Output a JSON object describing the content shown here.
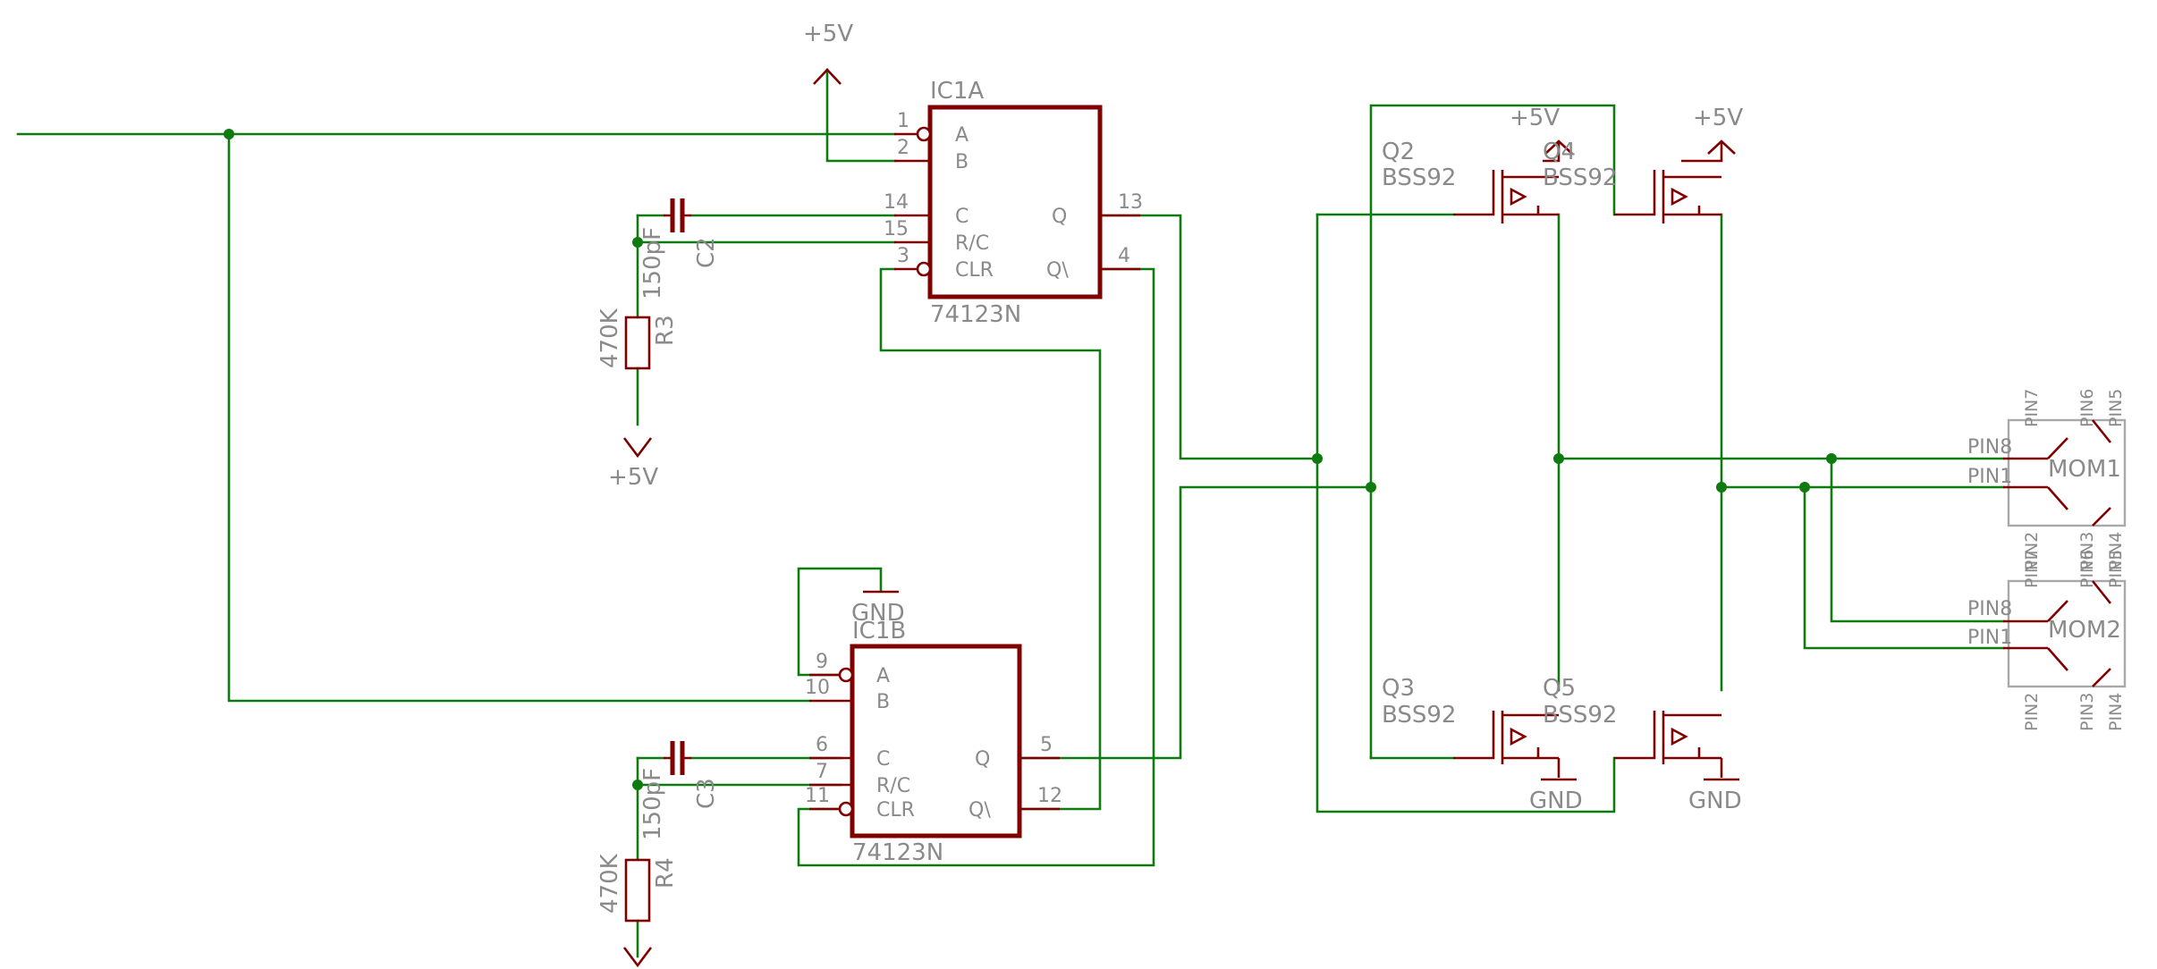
{
  "colors": {
    "wire": "#0f7a0f",
    "part": "#800000",
    "label": "#8a8a8a"
  },
  "supply": {
    "vcc": "+5V",
    "gnd": "GND"
  },
  "ic1a": {
    "name": "IC1A",
    "type": "74123N",
    "pins": {
      "a_num": "1",
      "b_num": "2",
      "c_num": "14",
      "rc_num": "15",
      "clr_num": "3",
      "q_num": "13",
      "qn_num": "4"
    },
    "labels": {
      "a": "A",
      "b": "B",
      "c": "C",
      "rc": "R/C",
      "clr": "CLR",
      "q": "Q",
      "qn": "Q\\"
    }
  },
  "ic1b": {
    "name": "IC1B",
    "type": "74123N",
    "pins": {
      "a_num": "9",
      "b_num": "10",
      "c_num": "6",
      "rc_num": "7",
      "clr_num": "11",
      "q_num": "5",
      "qn_num": "12"
    },
    "labels": {
      "a": "A",
      "b": "B",
      "c": "C",
      "rc": "R/C",
      "clr": "CLR",
      "q": "Q",
      "qn": "Q\\"
    }
  },
  "caps": {
    "c2": {
      "name": "C2",
      "value": "150pF"
    },
    "c3": {
      "name": "C3",
      "value": "150pF"
    }
  },
  "resistors": {
    "r3": {
      "name": "R3",
      "value": "470K"
    },
    "r4": {
      "name": "R4",
      "value": "470K"
    }
  },
  "mosfets": {
    "q2": {
      "name": "Q2",
      "type": "BSS92"
    },
    "q4": {
      "name": "Q4",
      "type": "BSS92"
    },
    "q3": {
      "name": "Q3",
      "type": "BSS92"
    },
    "q5": {
      "name": "Q5",
      "type": "BSS92"
    }
  },
  "connectors": {
    "mom1": {
      "name": "MOM1",
      "pin8": "PIN8",
      "pin1": "PIN1",
      "pin7": "PIN7",
      "pin6": "PIN6",
      "pin5": "PIN5",
      "pin2": "PIN2",
      "pin3": "PIN3",
      "pin4": "PIN4"
    },
    "mom2": {
      "name": "MOM2",
      "pin8": "PIN8",
      "pin1": "PIN1",
      "pin7": "PIN7",
      "pin6": "PIN6",
      "pin5": "PIN5",
      "pin2": "PIN2",
      "pin3": "PIN3",
      "pin4": "PIN4"
    }
  }
}
